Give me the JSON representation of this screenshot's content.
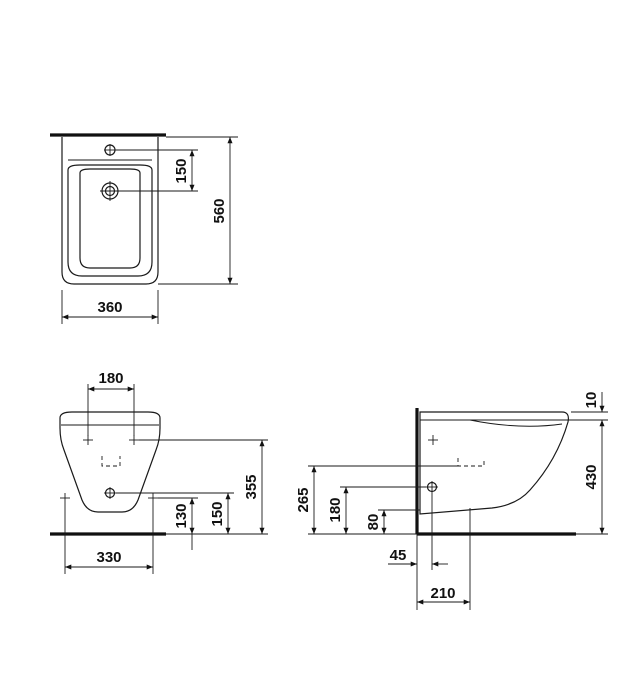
{
  "top_view": {
    "dim_width": "360",
    "dim_depth": "560",
    "dim_hole_offset": "150"
  },
  "front_view": {
    "dim_fixing_spacing": "180",
    "dim_bottom_spacing": "330",
    "dim_height_355": "355",
    "dim_height_150": "150",
    "dim_height_130": "130"
  },
  "side_view": {
    "dim_10": "10",
    "dim_430": "430",
    "dim_265": "265",
    "dim_180": "180",
    "dim_80": "80",
    "dim_45": "45",
    "dim_210": "210"
  }
}
